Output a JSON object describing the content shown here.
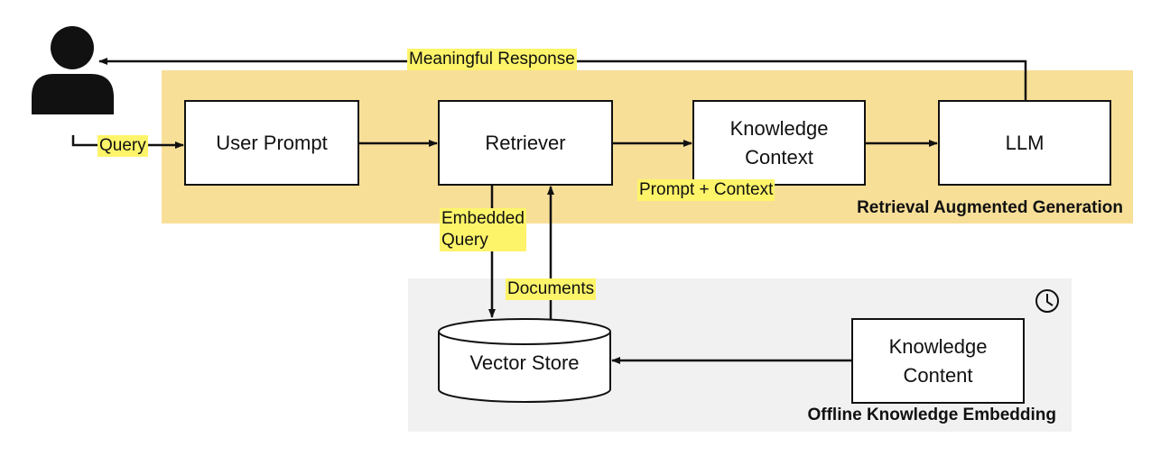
{
  "regions": {
    "rag": {
      "title": "Retrieval Augmented Generation",
      "fill": "#f8df98"
    },
    "offline": {
      "title": "Offline Knowledge Embedding",
      "fill": "#f1f1f1"
    }
  },
  "nodes": {
    "user": {
      "icon": "user-icon"
    },
    "user_prompt": {
      "label": "User Prompt"
    },
    "retriever": {
      "label": "Retriever"
    },
    "knowledge_context": {
      "label": "Knowledge\nContext"
    },
    "llm": {
      "label": "LLM"
    },
    "vector_store": {
      "label": "Vector Store"
    },
    "knowledge_content": {
      "label": "Knowledge\nContent"
    },
    "schedule": {
      "icon": "clock-icon"
    }
  },
  "edges": {
    "query": "Query",
    "meaningful_response": "Meaningful Response",
    "prompt_context": "Prompt + Context",
    "embedded_query": "Embedded\nQuery",
    "documents": "Documents"
  },
  "colors": {
    "highlight": "#fdf46a",
    "stroke": "#111111"
  }
}
